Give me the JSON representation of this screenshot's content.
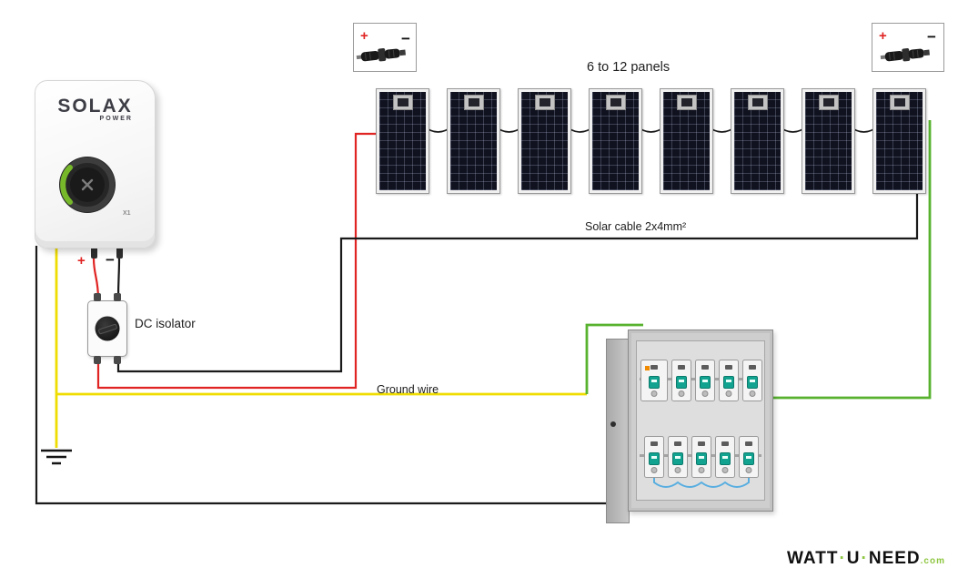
{
  "panels": {
    "displayed_count": 8,
    "label": "6 to 12 panels"
  },
  "labels": {
    "solar_cable": "Solar cable 2x4mm²",
    "ground_wire": "Ground wire",
    "dc_isolator": "DC isolator"
  },
  "inverter": {
    "brand": "SOLAX",
    "brand_sub": "POWER",
    "model": "X1",
    "dc_plus": "+",
    "dc_minus": "−"
  },
  "mc4_left": {
    "plus": "+",
    "minus": "−"
  },
  "mc4_right": {
    "plus": "+",
    "minus": "−"
  },
  "distribution_box": {
    "top_row_breakers": 5,
    "bottom_row_breakers": 5
  },
  "logo": {
    "word1": "WATT",
    "word2": "U",
    "word3": "NEED",
    "separator": "·",
    "tld": ".com"
  },
  "colors": {
    "wire_positive": "#e02423",
    "wire_negative": "#1a1a1a",
    "wire_ground_yellow": "#efdc00",
    "wire_ground_green": "#58b22f",
    "wire_neutral_blue": "#58aee0",
    "brand_green": "#8dc63f"
  }
}
